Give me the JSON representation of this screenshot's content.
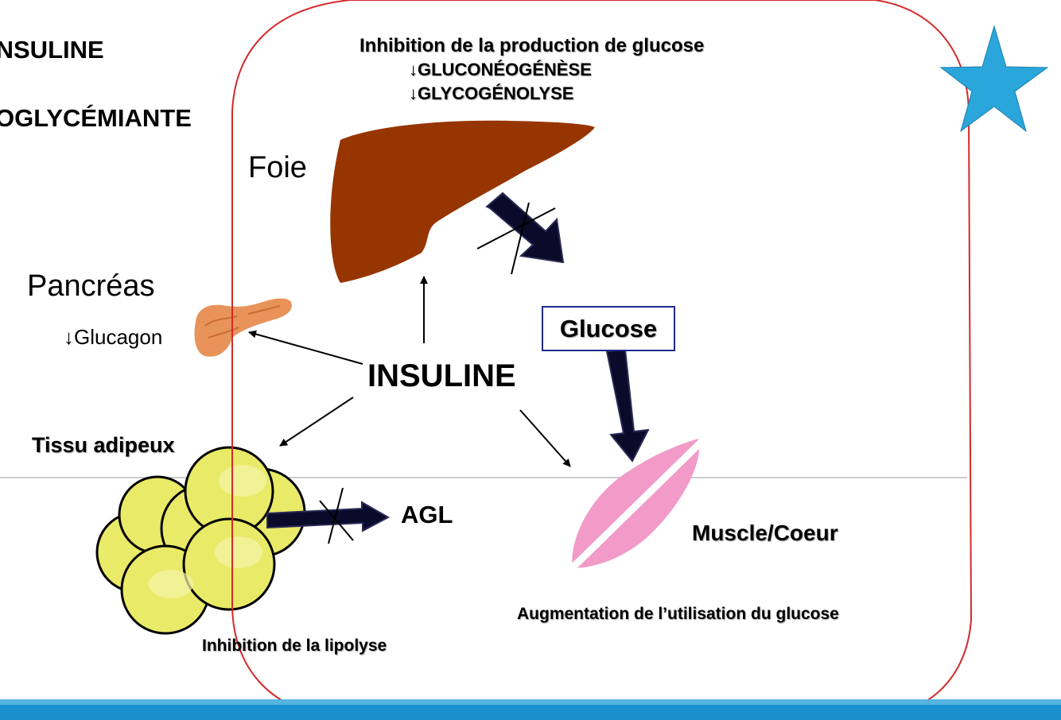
{
  "title": {
    "line1": "INSULINE",
    "line2": "OGLYCÉMIANTE"
  },
  "liver": {
    "heading": "Inhibition de la production de glucose",
    "item1": "↓GLUCONÉOGÉNÈSE",
    "item2": "↓GLYCOGÉNOLYSE",
    "label": "Foie"
  },
  "pancreas": {
    "label": "Pancréas",
    "sub": "↓Glucagon"
  },
  "center": {
    "label": "INSULINE"
  },
  "glucose": {
    "label": "Glucose"
  },
  "adipose": {
    "label": "Tissu adipeux",
    "product": "AGL",
    "effect": "Inhibition de la lipolyse"
  },
  "muscle": {
    "label": "Muscle/Coeur",
    "effect": "Augmentation de l’utilisation du glucose"
  },
  "colors": {
    "frame": "#d42a2a",
    "liver": "#973500",
    "muscle": "#f29ac8",
    "fat": "#e8ea6a",
    "star": "#2aa6db",
    "footer": "#1a8fce"
  },
  "icons": [
    "star-icon",
    "liver-icon",
    "pancreas-icon",
    "fat-cells-icon",
    "muscle-icon"
  ]
}
